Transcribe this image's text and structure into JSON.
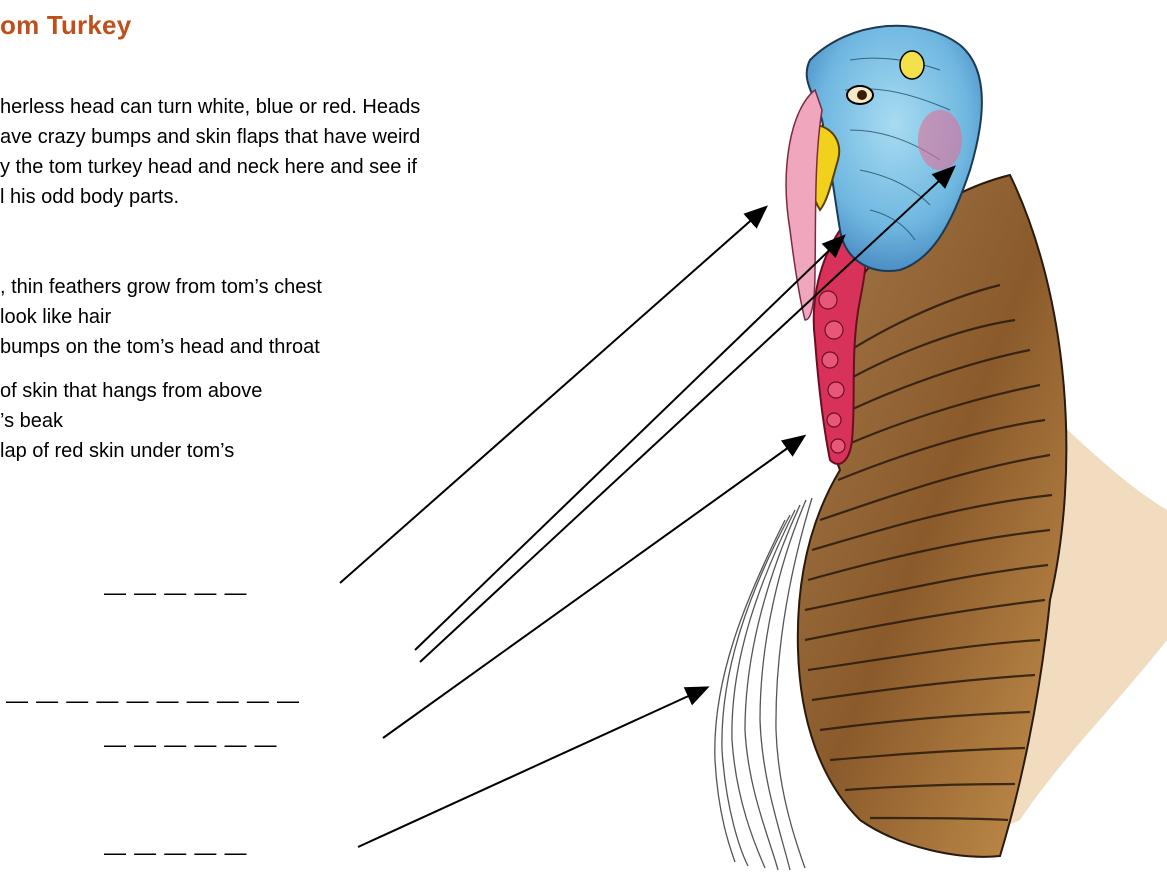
{
  "title": "om Turkey",
  "intro": {
    "lines": [
      "herless head can turn white, blue or red. Heads",
      "ave crazy bumps and skin flaps that have weird",
      "y the tom turkey head and neck here and see if",
      "l his odd body parts."
    ]
  },
  "definitions": [
    {
      "lines": [
        ", thin feathers grow from tom’s chest",
        " look like hair"
      ]
    },
    {
      "lines": [
        "bumps on the tom’s head and throat"
      ]
    },
    {
      "lines": [
        "of skin that hangs from above",
        "’s beak"
      ]
    },
    {
      "lines": [
        "lap of red skin under tom’s"
      ]
    }
  ],
  "blanks": [
    "— — — — —",
    "— — — — — — — — — —",
    "— — — — — —",
    "— — — — —"
  ],
  "colors": {
    "title": "#c0501b",
    "text": "#000000",
    "turkey_head_blue": "#7cc4e8",
    "turkey_wattle_red": "#d8325a",
    "turkey_beak_yellow": "#f2d11c",
    "turkey_body_brown": "#8a5a2b"
  },
  "illustration": {
    "name": "tom-turkey-drawing"
  }
}
